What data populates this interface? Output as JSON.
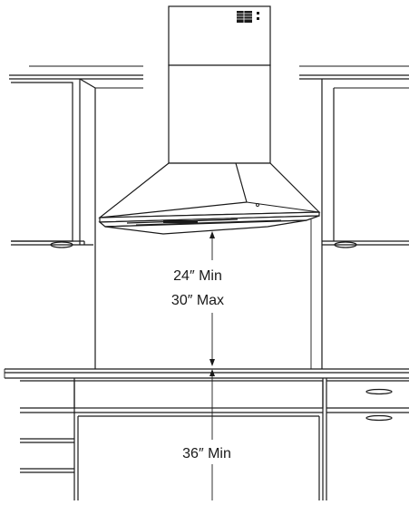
{
  "labels": {
    "min_height": "24″ Min",
    "max_height": "30″ Max",
    "counter_height": "36″ Min"
  },
  "colors": {
    "line": "#1a1a1a",
    "background": "#ffffff"
  }
}
